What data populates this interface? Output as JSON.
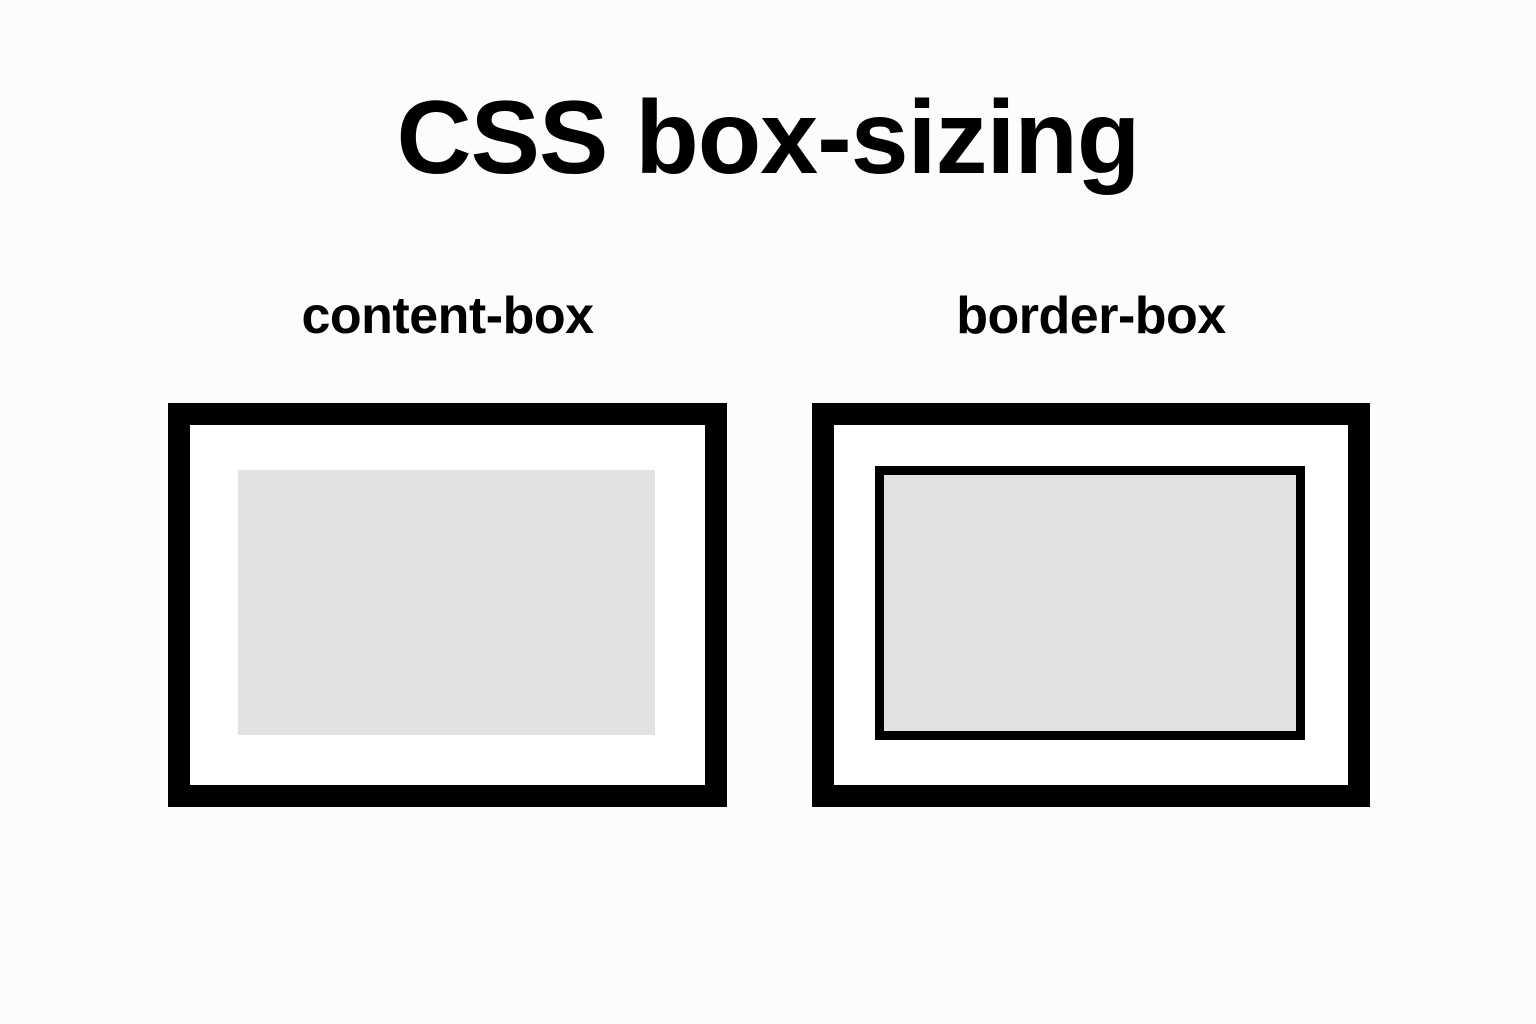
{
  "figure": {
    "title": "CSS box-sizing",
    "background_color": "#fcfcfc",
    "ink_color": "#000000",
    "content_fill_color": "#e2e2e2",
    "padding_fill_color": "#ffffff"
  },
  "panels": [
    {
      "label": "content-box",
      "box": {
        "border_color": "#000000",
        "padding_color": "#ffffff",
        "content_color": "#e2e2e2",
        "has_inner_outline": false
      }
    },
    {
      "label": "border-box",
      "box": {
        "border_color": "#000000",
        "padding_color": "#ffffff",
        "content_color": "#e2e2e2",
        "has_inner_outline": true
      }
    }
  ]
}
